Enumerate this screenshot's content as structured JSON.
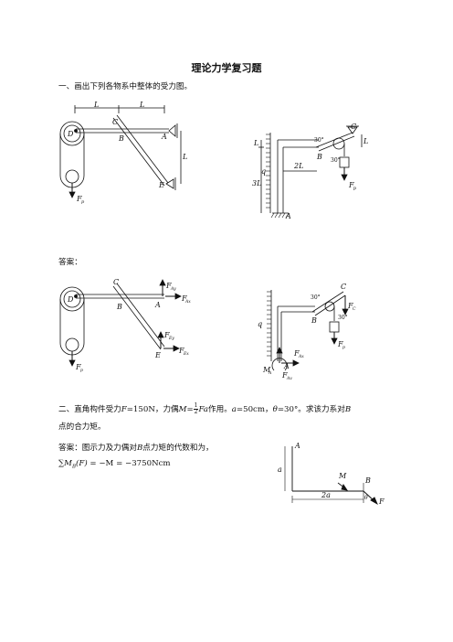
{
  "title": "理论力学复习题",
  "q1": {
    "prompt": "一、画出下列各物系中整体的受力图。",
    "answer_label": "答案：",
    "fig1": {
      "L1": "L",
      "L2": "L",
      "C": "C",
      "D": "D",
      "B": "B",
      "A": "A",
      "E": "E",
      "Lv": "L",
      "F": "F",
      "Fsub": "p"
    },
    "fig2": {
      "C": "C",
      "ang1": "30°",
      "Ltop": "L",
      "Lright": "L",
      "q": "q",
      "twoL": "2L",
      "B": "B",
      "ang2": "30°",
      "threeL": "3L",
      "F": "F",
      "Fsub": "p",
      "A": "A"
    },
    "fig3": {
      "C": "C",
      "D": "D",
      "B": "B",
      "A": "A",
      "E": "E",
      "FAy": "F",
      "FAysub": "Ay",
      "FAx": "F",
      "FAxsub": "Ax",
      "FEy": "F",
      "FEysub": "Ey",
      "FEx": "F",
      "FExsub": "Ex",
      "Fp": "F",
      "Fpsub": "p"
    },
    "fig4": {
      "C": "C",
      "ang1": "30°",
      "FC": "F",
      "FCsub": "C",
      "q": "q",
      "B": "B",
      "ang2": "30°",
      "Fp": "F",
      "Fpsub": "p",
      "FAx": "F",
      "FAxsub": "Ax",
      "MA": "M",
      "MAsub": "A",
      "A": "A",
      "FAy": "F",
      "FAysub": "Ay"
    }
  },
  "q2": {
    "line1_pre": "二、直角构件受力",
    "line1_F": "F",
    "line1_eq1": "=150N，力偶",
    "line1_M": "M",
    "line1_eq2": "=",
    "frac_num": "1",
    "frac_den": "2",
    "line1_Fa": "Fa",
    "line1_mid": "作用。",
    "line1_a": "a",
    "line1_a_val": "=50cm，",
    "line1_theta": "θ",
    "line1_theta_val": "=30°。求该力系对",
    "line1_B": "B",
    "line2": "点的合力矩。",
    "answer_pre": "答案：图示力及力偶对",
    "answer_B": "B",
    "answer_post": "点力矩的代数和为，",
    "formula": "∑M_B(F) = −M = −3750Ncm",
    "formula_sum": "∑",
    "formula_M": "M",
    "formula_sub": "B",
    "formula_F": "(F)",
    "formula_rest": "= −M = −3750Ncm",
    "fig": {
      "A": "A",
      "a": "a",
      "M": "M",
      "B": "B",
      "twoa": "2a",
      "theta": "θ",
      "F": "F"
    }
  }
}
